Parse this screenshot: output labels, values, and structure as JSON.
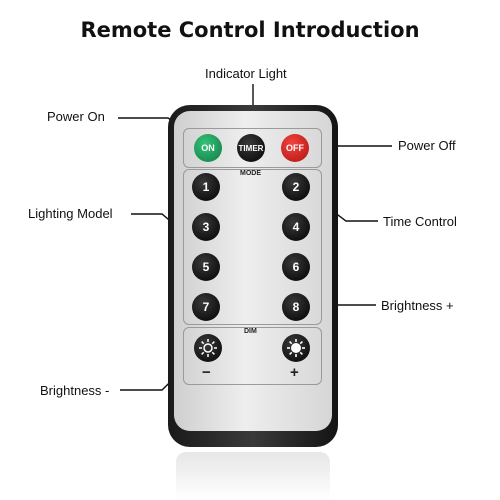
{
  "title": "Remote Control Introduction",
  "labels": {
    "indicator_light": "Indicator Light",
    "power_on": "Power On",
    "power_off": "Power Off",
    "lighting_model": "Lighting Model",
    "time_control": "Time Control",
    "brightness_plus": "Brightness +",
    "brightness_minus": "Brightness -"
  },
  "remote": {
    "on": "ON",
    "timer": "TIMER",
    "off": "OFF",
    "mode": "MODE",
    "dim": "DIM",
    "minus": "−",
    "plus": "+",
    "numbers": [
      "1",
      "2",
      "3",
      "4",
      "5",
      "6",
      "7",
      "8"
    ]
  },
  "colors": {
    "on_button": "#1a8c50",
    "off_button": "#c01f1c",
    "number_button": "#111111",
    "body": "#222222",
    "face": "#e6e6e6"
  },
  "icons": {
    "dim": "sun-outline-icon",
    "bright": "sun-filled-icon"
  }
}
